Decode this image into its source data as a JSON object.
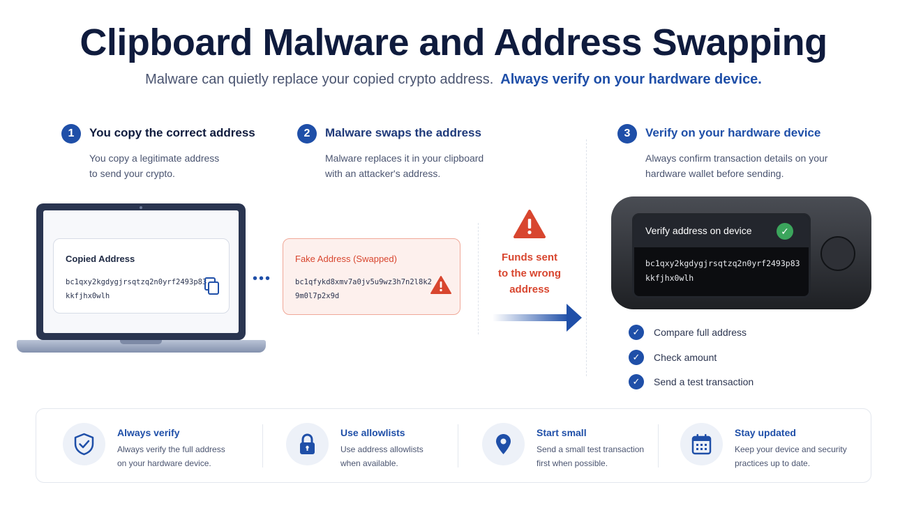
{
  "title": "Clipboard Malware and Address Swapping",
  "subtitle": {
    "text": "Malware can quietly replace your copied crypto address.",
    "emphasis": "Always verify on your hardware device."
  },
  "steps": [
    {
      "number": "1",
      "title": "You copy the correct address",
      "desc_line1": "You copy a legitimate address",
      "desc_line2": "to send your crypto."
    },
    {
      "number": "2",
      "title": "Malware swaps the address",
      "desc_line1": "Malware replaces it in your clipboard",
      "desc_line2": "with an attacker's address."
    },
    {
      "number": "3",
      "title": "Verify on your hardware device",
      "desc_line1": "Always confirm transaction details on your",
      "desc_line2": "hardware wallet before sending."
    }
  ],
  "copied_card": {
    "title": "Copied Address",
    "address_line1": "bc1qxy2kgdygjrsqtzq2n0yrf2493p83",
    "address_line2": "kkfjhx0wlh",
    "icon": "copy-icon"
  },
  "fake_card": {
    "title": "Fake Address (Swapped)",
    "address_line1": "bc1qfykd8xmv7a0jv5u9wz3h7n2l8k2",
    "address_line2": "9m0l7p2x9d",
    "icon": "warning-icon"
  },
  "warning": {
    "line1": "Funds sent",
    "line2": "to the wrong",
    "line3": "address"
  },
  "device": {
    "screen_title": "Verify address on device",
    "address_line1": "bc1qxy2kgdygjrsqtzq2n0yrf2493p83",
    "address_line2": "kkfjhx0wlh"
  },
  "checklist": [
    "Compare full address",
    "Check amount",
    "Send a test transaction"
  ],
  "tips": [
    {
      "icon": "shield-check-icon",
      "title": "Always verify",
      "line1": "Always verify the full address",
      "line2": "on your hardware device."
    },
    {
      "icon": "lock-icon",
      "title": "Use allowlists",
      "line1": "Use address allowlists",
      "line2": "when available."
    },
    {
      "icon": "location-pin-icon",
      "title": "Start small",
      "line1": "Send a small test transaction",
      "line2": "first when possible."
    },
    {
      "icon": "calendar-icon",
      "title": "Stay updated",
      "line1": "Keep your device and security",
      "line2": "practices up to date."
    }
  ],
  "colors": {
    "brand_blue": "#1f4fa8",
    "danger_red": "#d8462f",
    "success_green": "#3ba55c",
    "heading_navy": "#0f1b3d"
  }
}
